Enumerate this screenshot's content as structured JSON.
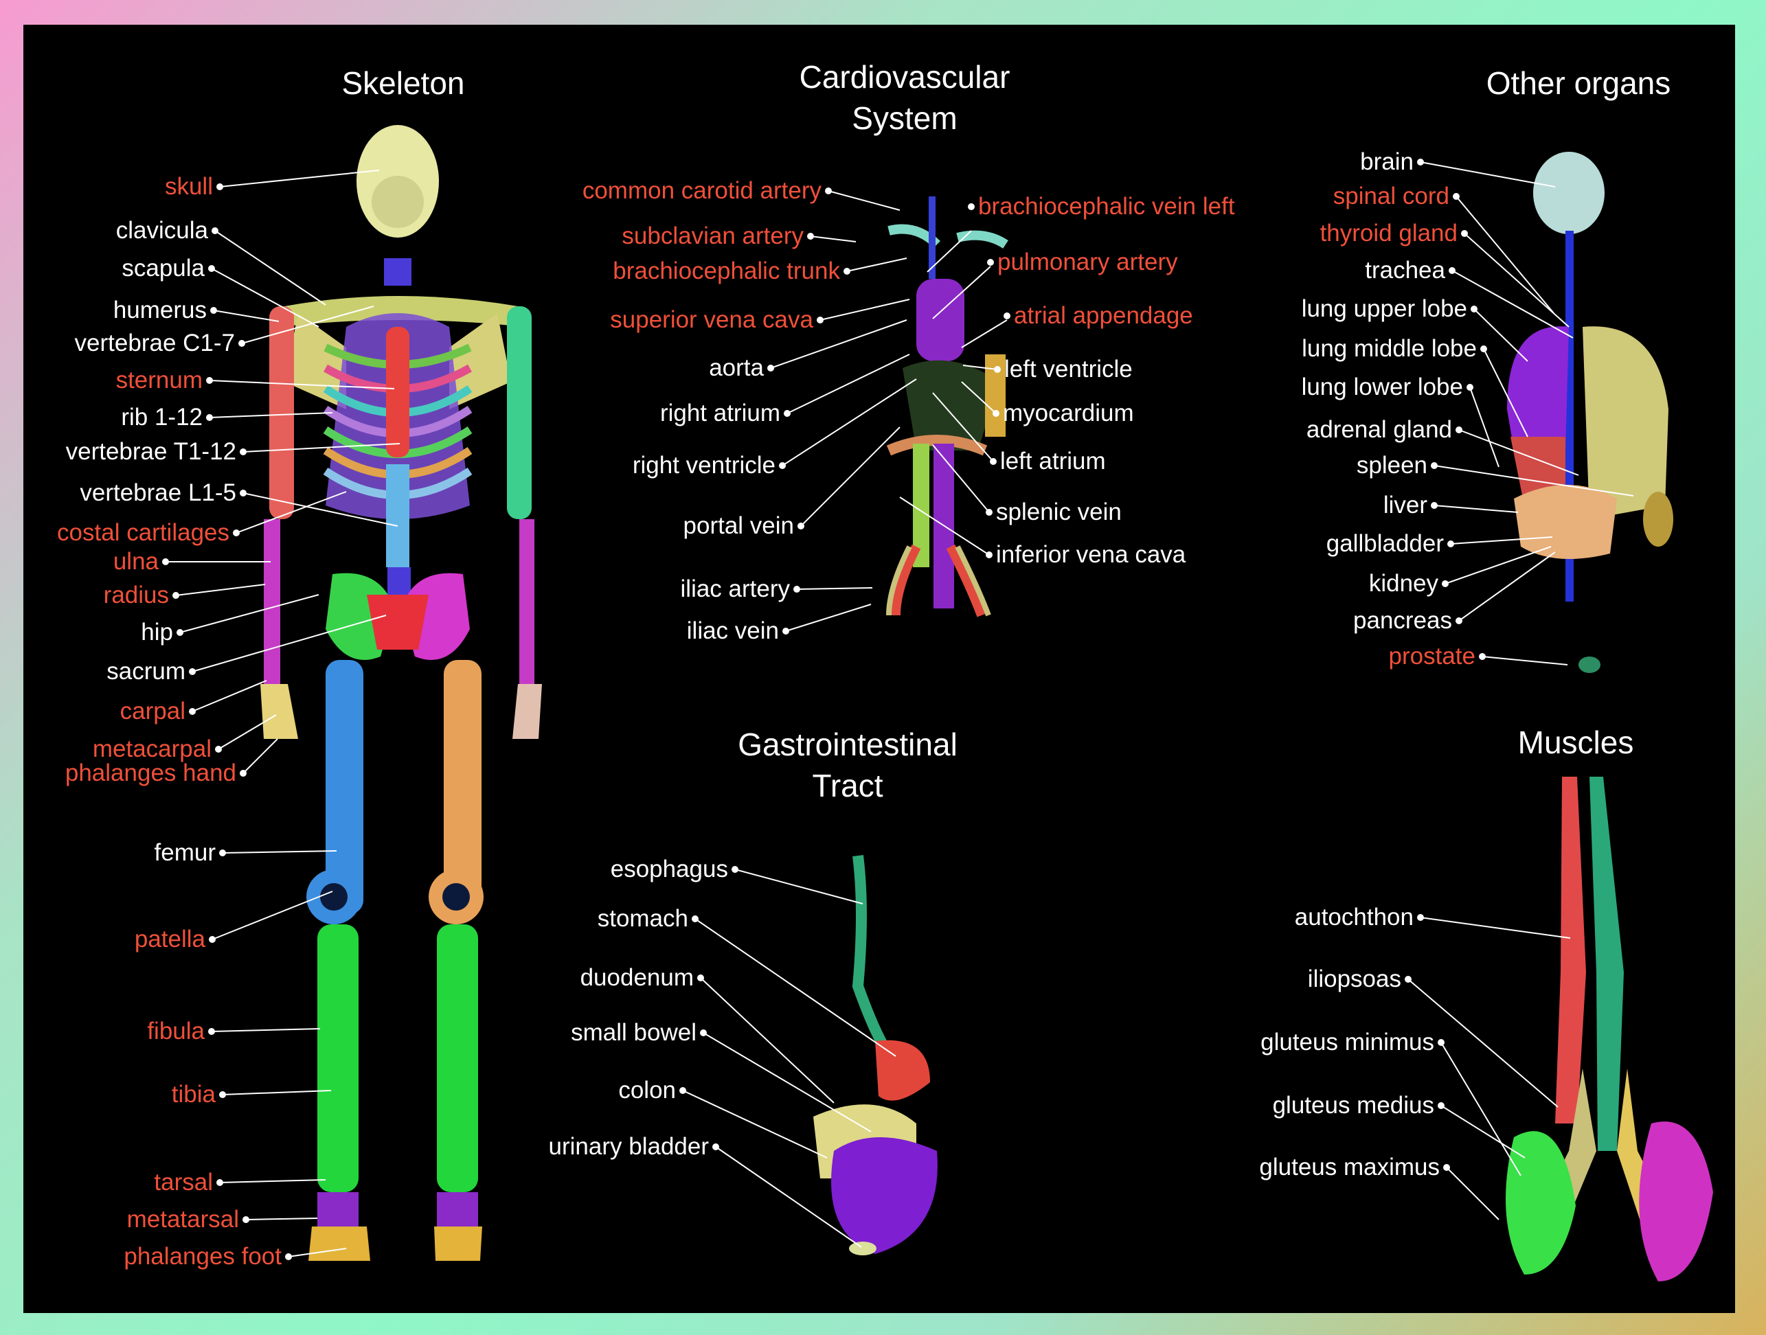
{
  "colors": {
    "background": "#000000",
    "label_white": "#ffffff",
    "label_red": "#f0503a"
  },
  "sections": {
    "skeleton": "Skeleton",
    "cardiovascular": "Cardiovascular\nSystem",
    "other_organs": "Other organs",
    "gastrointestinal": "Gastrointestinal\nTract",
    "muscles": "Muscles"
  },
  "skeleton": {
    "labels": [
      {
        "text": "skull",
        "color": "red"
      },
      {
        "text": "clavicula",
        "color": "white"
      },
      {
        "text": "scapula",
        "color": "white"
      },
      {
        "text": "humerus",
        "color": "white"
      },
      {
        "text": "vertebrae C1-7",
        "color": "white"
      },
      {
        "text": "sternum",
        "color": "red"
      },
      {
        "text": "rib 1-12",
        "color": "white"
      },
      {
        "text": "vertebrae T1-12",
        "color": "white"
      },
      {
        "text": "vertebrae L1-5",
        "color": "white"
      },
      {
        "text": "costal cartilages",
        "color": "red"
      },
      {
        "text": "ulna",
        "color": "red"
      },
      {
        "text": "radius",
        "color": "red"
      },
      {
        "text": "hip",
        "color": "white"
      },
      {
        "text": "sacrum",
        "color": "white"
      },
      {
        "text": "carpal",
        "color": "red"
      },
      {
        "text": "metacarpal",
        "color": "red"
      },
      {
        "text": "phalanges hand",
        "color": "red"
      },
      {
        "text": "femur",
        "color": "white"
      },
      {
        "text": "patella",
        "color": "red"
      },
      {
        "text": "fibula",
        "color": "red"
      },
      {
        "text": "tibia",
        "color": "red"
      },
      {
        "text": "tarsal",
        "color": "red"
      },
      {
        "text": "metatarsal",
        "color": "red"
      },
      {
        "text": "phalanges foot",
        "color": "red"
      }
    ]
  },
  "cardiovascular": {
    "labels_left": [
      {
        "text": "common carotid artery",
        "color": "red"
      },
      {
        "text": "subclavian artery",
        "color": "red"
      },
      {
        "text": "brachiocephalic trunk",
        "color": "red"
      },
      {
        "text": "superior vena cava",
        "color": "red"
      },
      {
        "text": "aorta",
        "color": "white"
      },
      {
        "text": "right atrium",
        "color": "white"
      },
      {
        "text": "right ventricle",
        "color": "white"
      },
      {
        "text": "portal vein",
        "color": "white"
      },
      {
        "text": "iliac artery",
        "color": "white"
      },
      {
        "text": "iliac vein",
        "color": "white"
      }
    ],
    "labels_right": [
      {
        "text": "brachiocephalic vein left",
        "color": "red"
      },
      {
        "text": "pulmonary artery",
        "color": "red"
      },
      {
        "text": "atrial appendage",
        "color": "red"
      },
      {
        "text": "left ventricle",
        "color": "white"
      },
      {
        "text": "myocardium",
        "color": "white"
      },
      {
        "text": "left atrium",
        "color": "white"
      },
      {
        "text": "splenic vein",
        "color": "white"
      },
      {
        "text": "inferior vena cava",
        "color": "white"
      }
    ]
  },
  "other_organs": {
    "labels": [
      {
        "text": "brain",
        "color": "white"
      },
      {
        "text": "spinal cord",
        "color": "red"
      },
      {
        "text": "thyroid gland",
        "color": "red"
      },
      {
        "text": "trachea",
        "color": "white"
      },
      {
        "text": "lung upper lobe",
        "color": "white"
      },
      {
        "text": "lung middle lobe",
        "color": "white"
      },
      {
        "text": "lung lower lobe",
        "color": "white"
      },
      {
        "text": "adrenal gland",
        "color": "white"
      },
      {
        "text": "spleen",
        "color": "white"
      },
      {
        "text": "liver",
        "color": "white"
      },
      {
        "text": "gallbladder",
        "color": "white"
      },
      {
        "text": "kidney",
        "color": "white"
      },
      {
        "text": "pancreas",
        "color": "white"
      },
      {
        "text": "prostate",
        "color": "red"
      }
    ]
  },
  "gastrointestinal": {
    "labels": [
      {
        "text": "esophagus",
        "color": "white"
      },
      {
        "text": "stomach",
        "color": "white"
      },
      {
        "text": "duodenum",
        "color": "white"
      },
      {
        "text": "small bowel",
        "color": "white"
      },
      {
        "text": "colon",
        "color": "white"
      },
      {
        "text": "urinary bladder",
        "color": "white"
      }
    ]
  },
  "muscles": {
    "labels": [
      {
        "text": "autochthon",
        "color": "white"
      },
      {
        "text": "iliopsoas",
        "color": "white"
      },
      {
        "text": "gluteus minimus",
        "color": "white"
      },
      {
        "text": "gluteus medius",
        "color": "white"
      },
      {
        "text": "gluteus maximus",
        "color": "white"
      }
    ]
  }
}
